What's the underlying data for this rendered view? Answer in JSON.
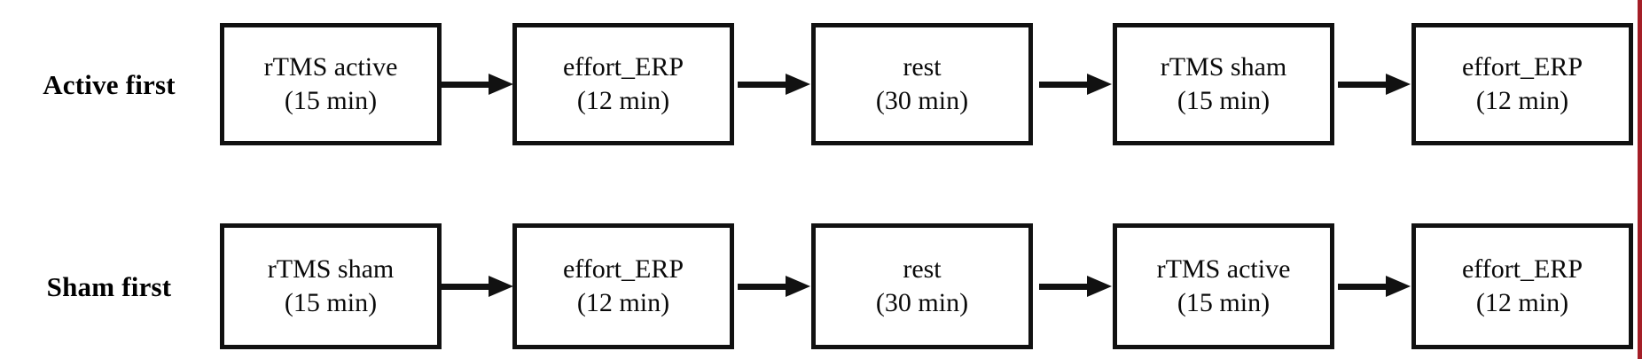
{
  "figure": {
    "type": "flowchart",
    "orientation": "horizontal",
    "background_color": "#ffffff",
    "box_border_color": "#111111",
    "text_color": "#0a0a0a",
    "arrow_color": "#111111",
    "accent_rule_color": "#A41E27"
  },
  "rows": [
    {
      "label": "Active first",
      "steps": [
        {
          "name": "rTMS active",
          "duration": "(15 min)"
        },
        {
          "name": "effort_ERP",
          "duration": "(12 min)"
        },
        {
          "name": "rest",
          "duration": "(30 min)"
        },
        {
          "name": "rTMS sham",
          "duration": "(15 min)"
        },
        {
          "name": "effort_ERP",
          "duration": "(12 min)"
        }
      ]
    },
    {
      "label": "Sham first",
      "steps": [
        {
          "name": "rTMS sham",
          "duration": "(15 min)"
        },
        {
          "name": "effort_ERP",
          "duration": "(12 min)"
        },
        {
          "name": "rest",
          "duration": "(30 min)"
        },
        {
          "name": "rTMS active",
          "duration": "(15 min)"
        },
        {
          "name": "effort_ERP",
          "duration": "(12 min)"
        }
      ]
    }
  ]
}
